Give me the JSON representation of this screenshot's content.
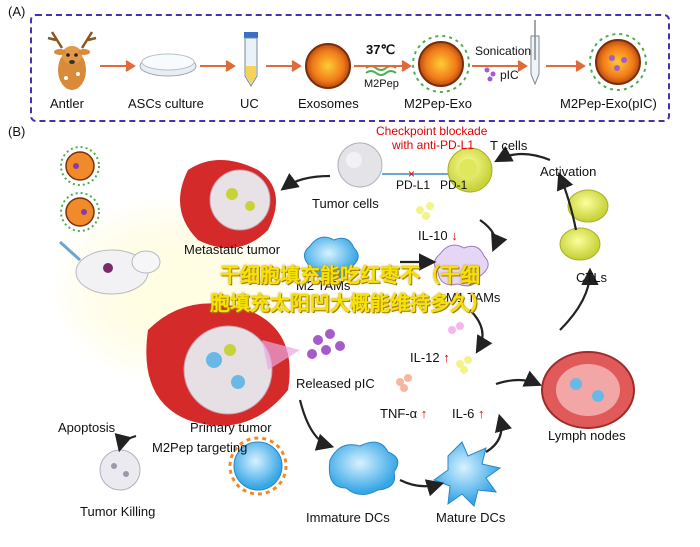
{
  "panelA": {
    "tag": "(A)",
    "steps": [
      "Antler",
      "ASCs culture",
      "UC",
      "Exosomes",
      "M2Pep-Exo",
      "M2Pep-Exo(pIC)"
    ],
    "temp": "37℃",
    "pep": "M2Pep",
    "soni": "Sonication",
    "pic": "pIC"
  },
  "panelB": {
    "tag": "(B)",
    "checkpoint": "Checkpoint blockade",
    "antipdl1": "with anti-PD-L1",
    "tcells": "T cells",
    "pdl1": "PD-L1",
    "pd1": "PD-1",
    "activation": "Activation",
    "tumorcells": "Tumor cells",
    "metastatic": "Metastatic tumor",
    "il10": "IL-10",
    "ctls": "CTLs",
    "m2tams": "M2 TAMs",
    "m1tams": "M1 TAMs",
    "il12": "IL-12",
    "releasedpic": "Released pIC",
    "tnfa": "TNF-α",
    "il6": "IL-6",
    "lymph": "Lymph nodes",
    "primary": "Primary tumor",
    "apoptosis": "Apoptosis",
    "targeting": "M2Pep targeting",
    "killing": "Tumor Killing",
    "immature": "Immature DCs",
    "mature": "Mature DCs"
  },
  "overlay": {
    "line1": "干细胞填充能吃红枣不（干细",
    "line2": "胞填充太阳凹大概能维持多久）"
  }
}
